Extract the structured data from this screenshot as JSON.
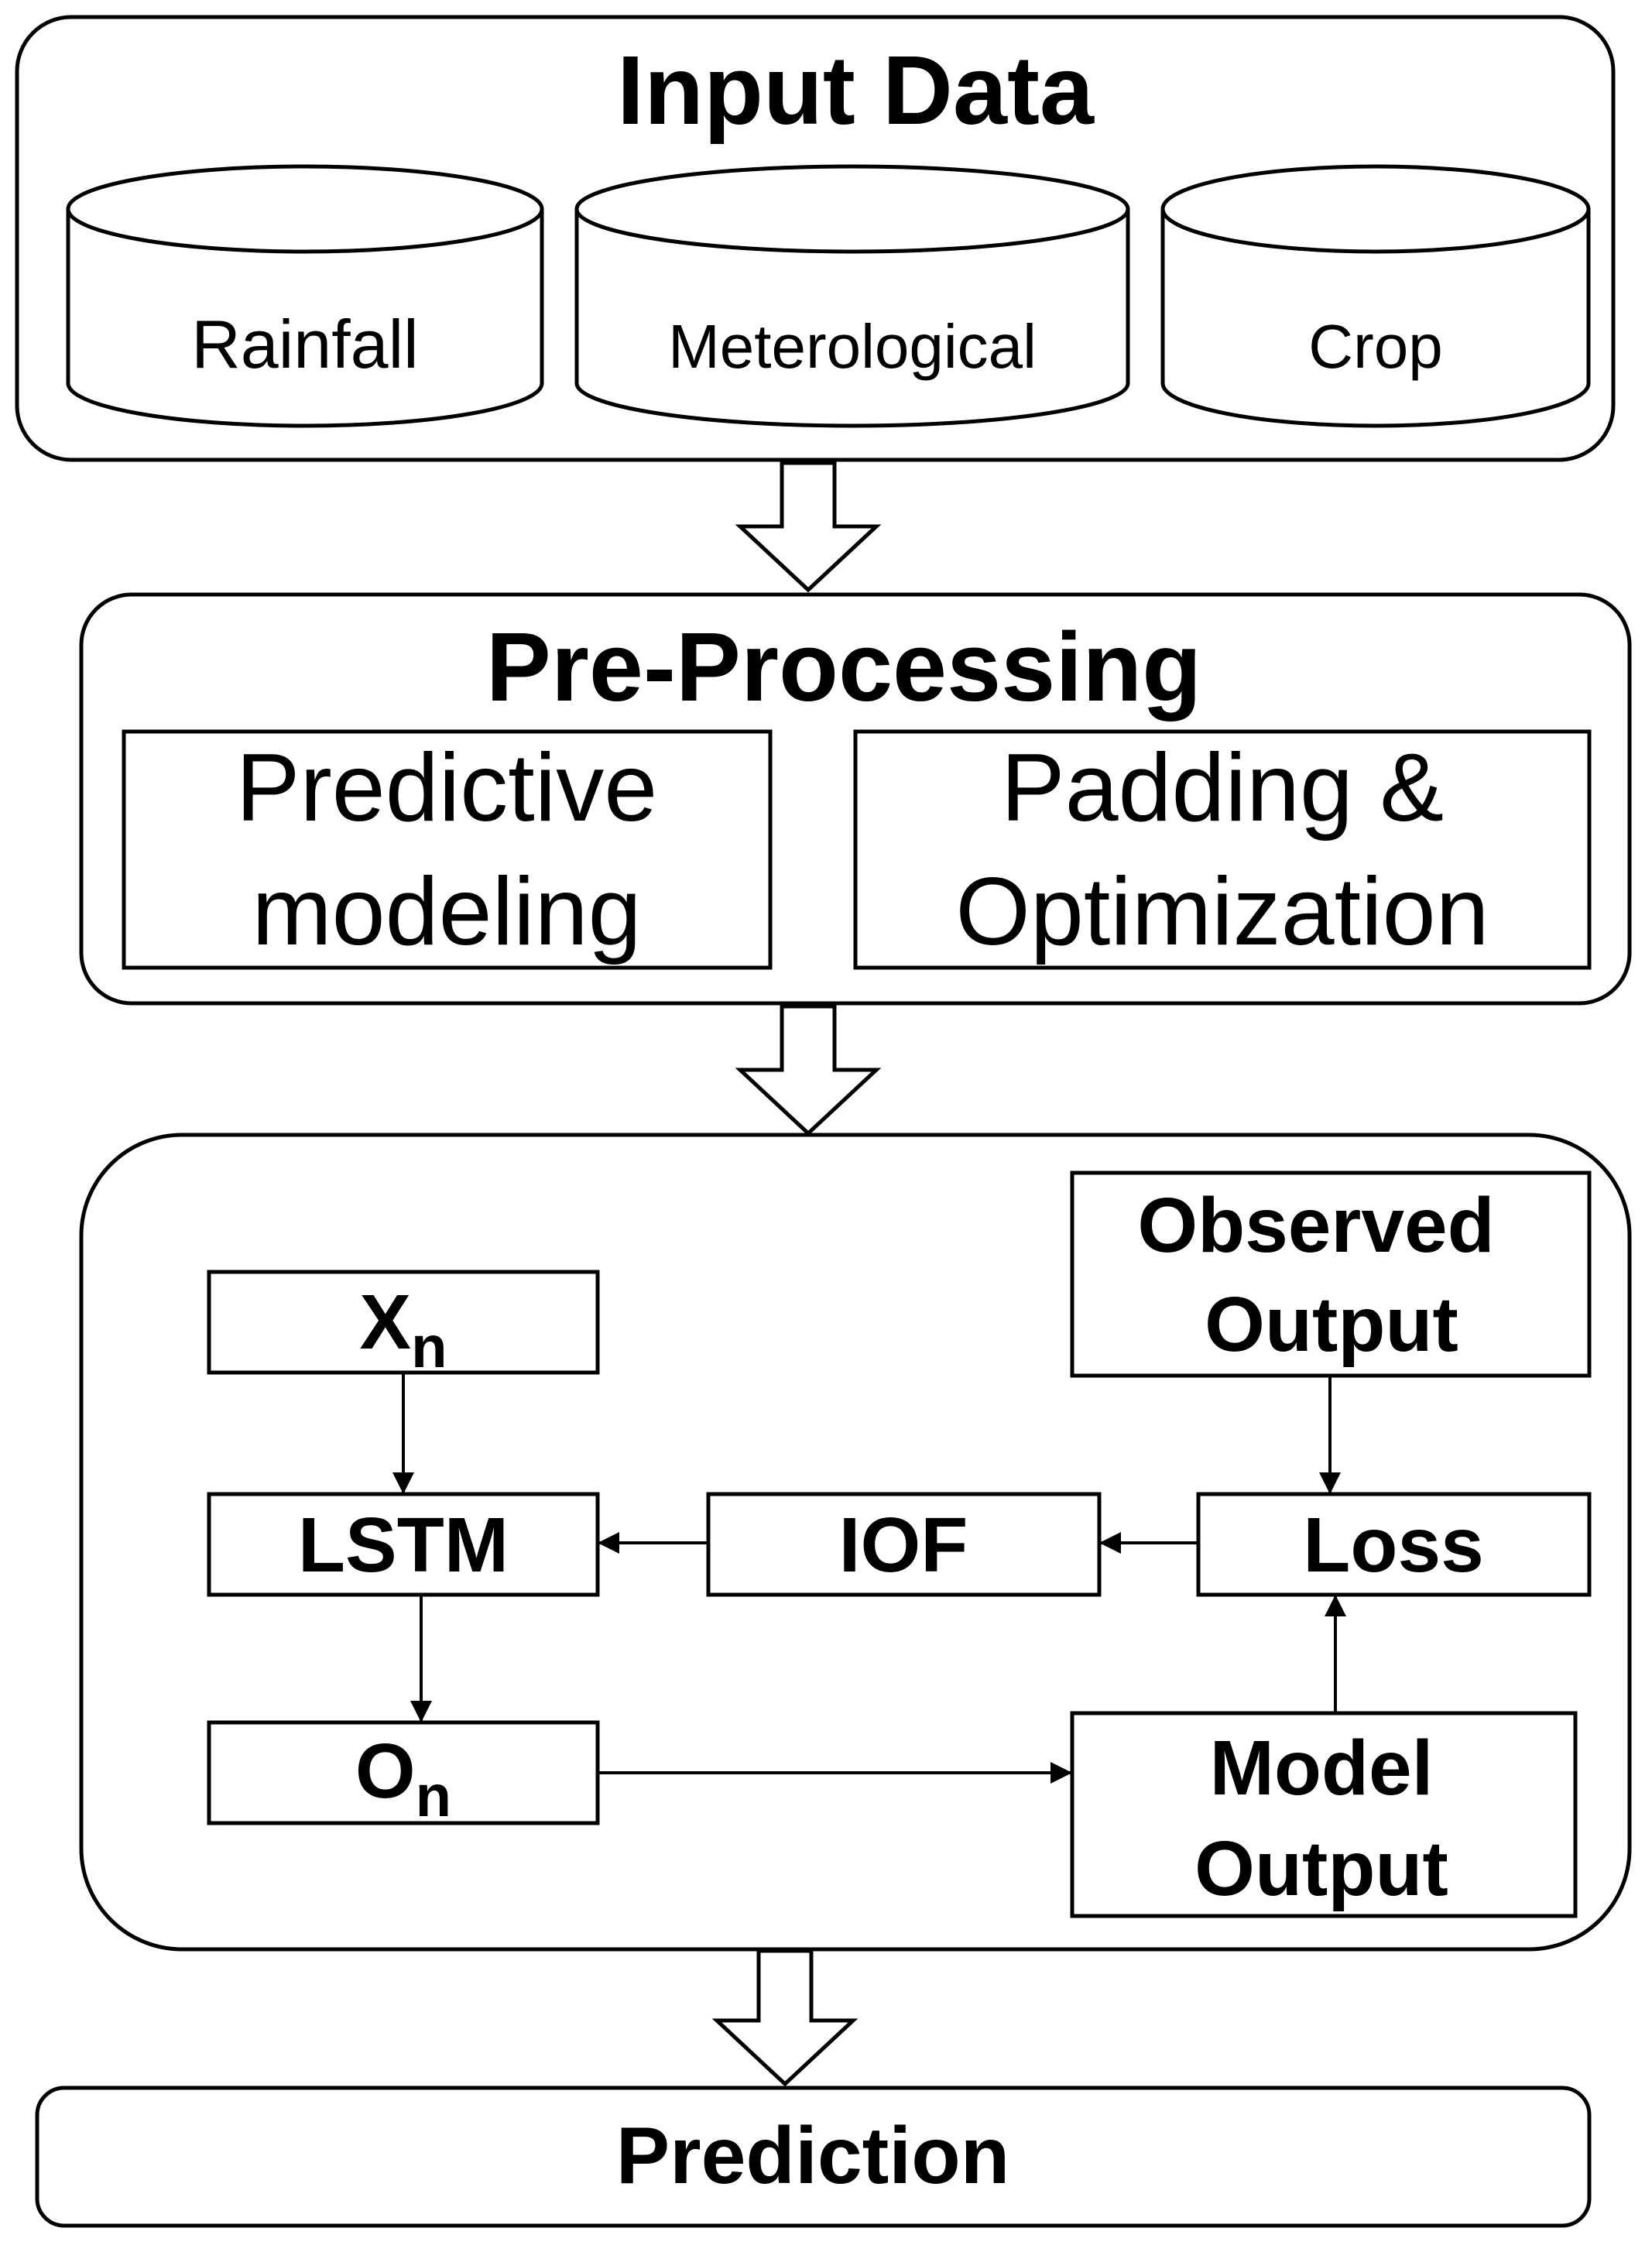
{
  "input_data": {
    "title": "Input Data",
    "sources": [
      "Rainfall",
      "Meterological",
      "Crop"
    ]
  },
  "pre_processing": {
    "title": "Pre-Processing",
    "left_box": [
      "Predictive",
      "modeling"
    ],
    "right_box": [
      "Padding &",
      "Optimization"
    ]
  },
  "model": {
    "xn": {
      "base": "X",
      "sub": "n"
    },
    "on": {
      "base": "O",
      "sub": "n"
    },
    "lstm": "LSTM",
    "iof": "IOF",
    "loss": "Loss",
    "observed_output": [
      "Observed",
      "Output"
    ],
    "model_output": [
      "Model",
      "Output"
    ]
  },
  "prediction": {
    "label": "Prediction"
  },
  "colors": {
    "stroke": "#000000",
    "fill": "#ffffff"
  }
}
